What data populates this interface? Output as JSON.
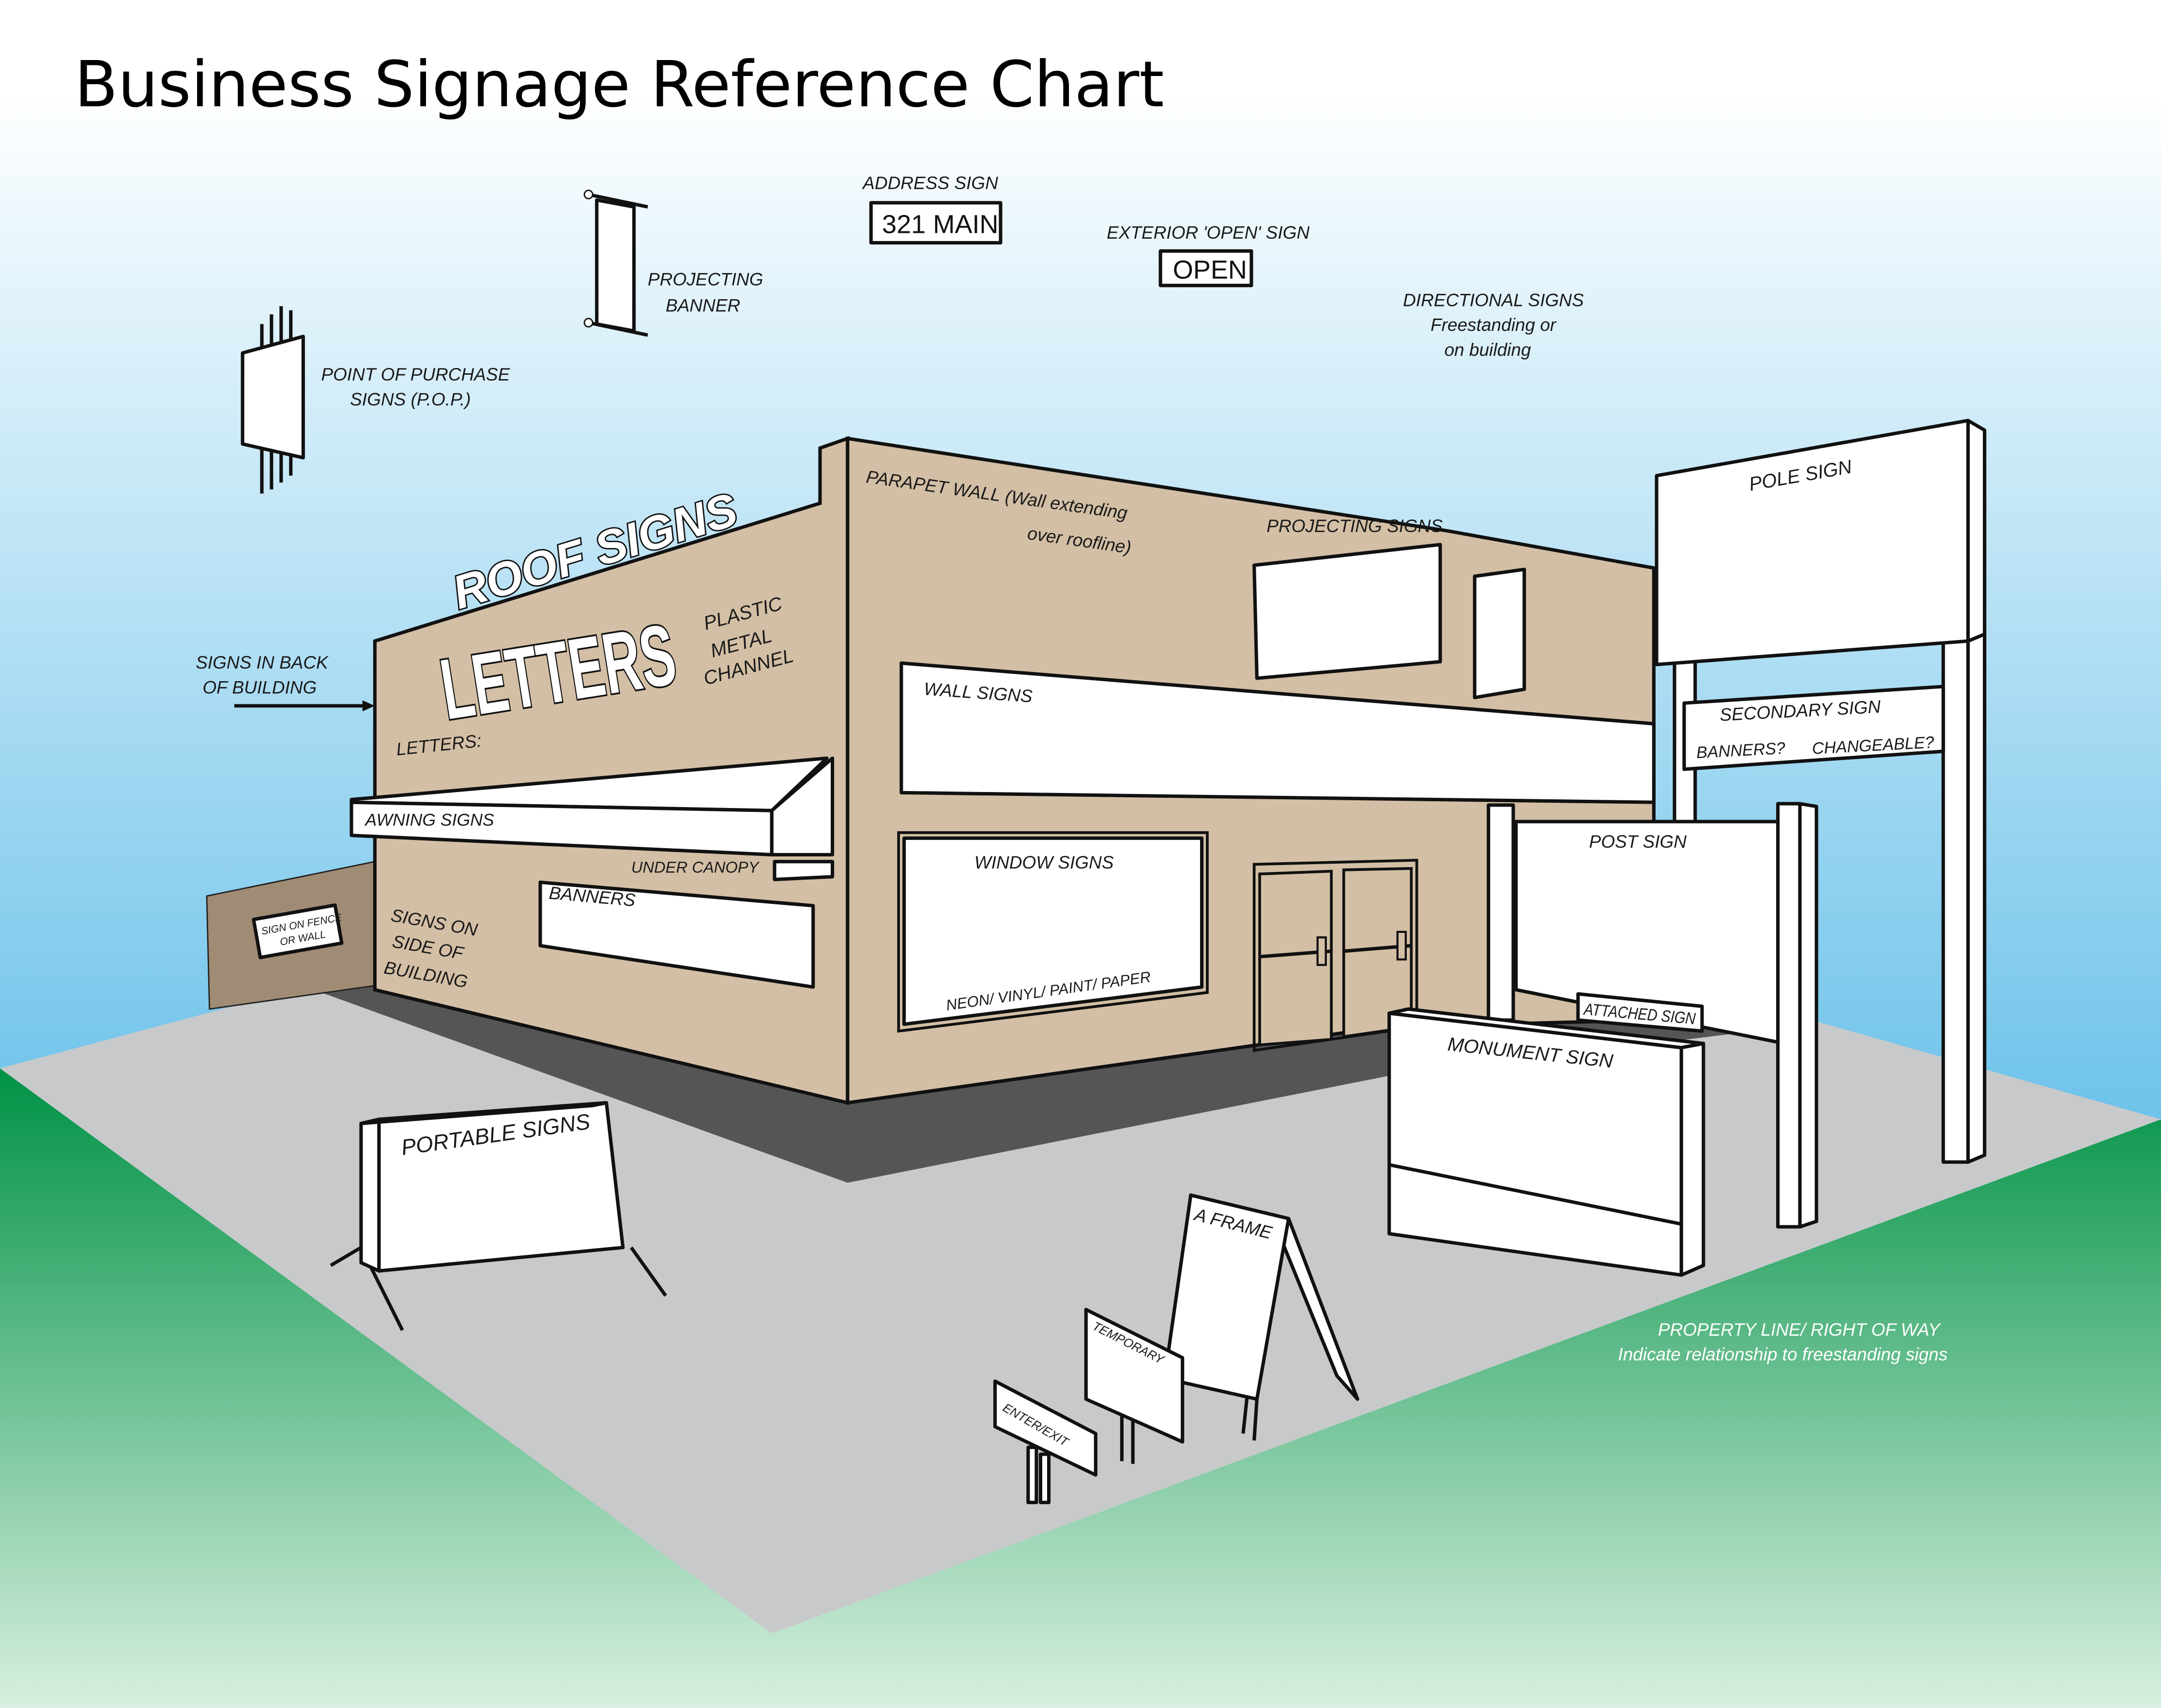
{
  "title": "Business Signage Reference Chart",
  "labels": {
    "address_sign": "ADDRESS SIGN",
    "address_value": "321 MAIN",
    "open_sign": "EXTERIOR 'OPEN' SIGN",
    "open_value": "OPEN",
    "directional_1": "DIRECTIONAL SIGNS",
    "directional_2": "Freestanding or",
    "directional_3": "on building",
    "projecting_banner_1": "PROJECTING",
    "projecting_banner_2": "BANNER",
    "pop_1": "POINT OF PURCHASE",
    "pop_2": "SIGNS (P.O.P.)",
    "parapet_1": "PARAPET WALL (Wall extending",
    "parapet_2": "over roofline)",
    "projecting_signs": "PROJECTING SIGNS",
    "pole_sign": "POLE SIGN",
    "roof_signs": "ROOF SIGNS",
    "letters_big": "LETTERS",
    "letters_types_1": "PLASTIC",
    "letters_types_2": "METAL",
    "letters_types_3": "CHANNEL",
    "back_1": "SIGNS IN BACK",
    "back_2": "OF BUILDING",
    "letters_colon": "LETTERS:",
    "wall_signs": "WALL SIGNS",
    "secondary_sign": "SECONDARY SIGN",
    "secondary_banners": "BANNERS?",
    "secondary_changeable": "CHANGEABLE?",
    "awning_signs": "AWNING SIGNS",
    "under_canopy": "UNDER CANOPY",
    "window_signs": "WINDOW SIGNS",
    "window_media": "NEON/ VINYL/ PAINT/ PAPER",
    "post_sign": "POST SIGN",
    "banners": "BANNERS",
    "side_1": "SIGNS ON",
    "side_2": "SIDE OF",
    "side_3": "BUILDING",
    "fence_1": "SIGN ON FENCE",
    "fence_2": "OR WALL",
    "attached_sign": "ATTACHED SIGN",
    "monument_sign": "MONUMENT SIGN",
    "portable_signs": "PORTABLE SIGNS",
    "a_frame": "A FRAME",
    "temporary": "TEMPORARY",
    "enter_exit": "ENTER/EXIT",
    "property_1": "PROPERTY LINE/ RIGHT OF WAY",
    "property_2": "Indicate relationship to freestanding signs"
  },
  "colors": {
    "sky_top": "#ffffff",
    "sky_bottom": "#6cc2ea",
    "ground_top": "#009245",
    "ground_bottom": "#d8efe0",
    "lot": "#c8c9cb",
    "building": "#d3bfa5",
    "foundation": "#555555",
    "fence": "#a08b75"
  }
}
